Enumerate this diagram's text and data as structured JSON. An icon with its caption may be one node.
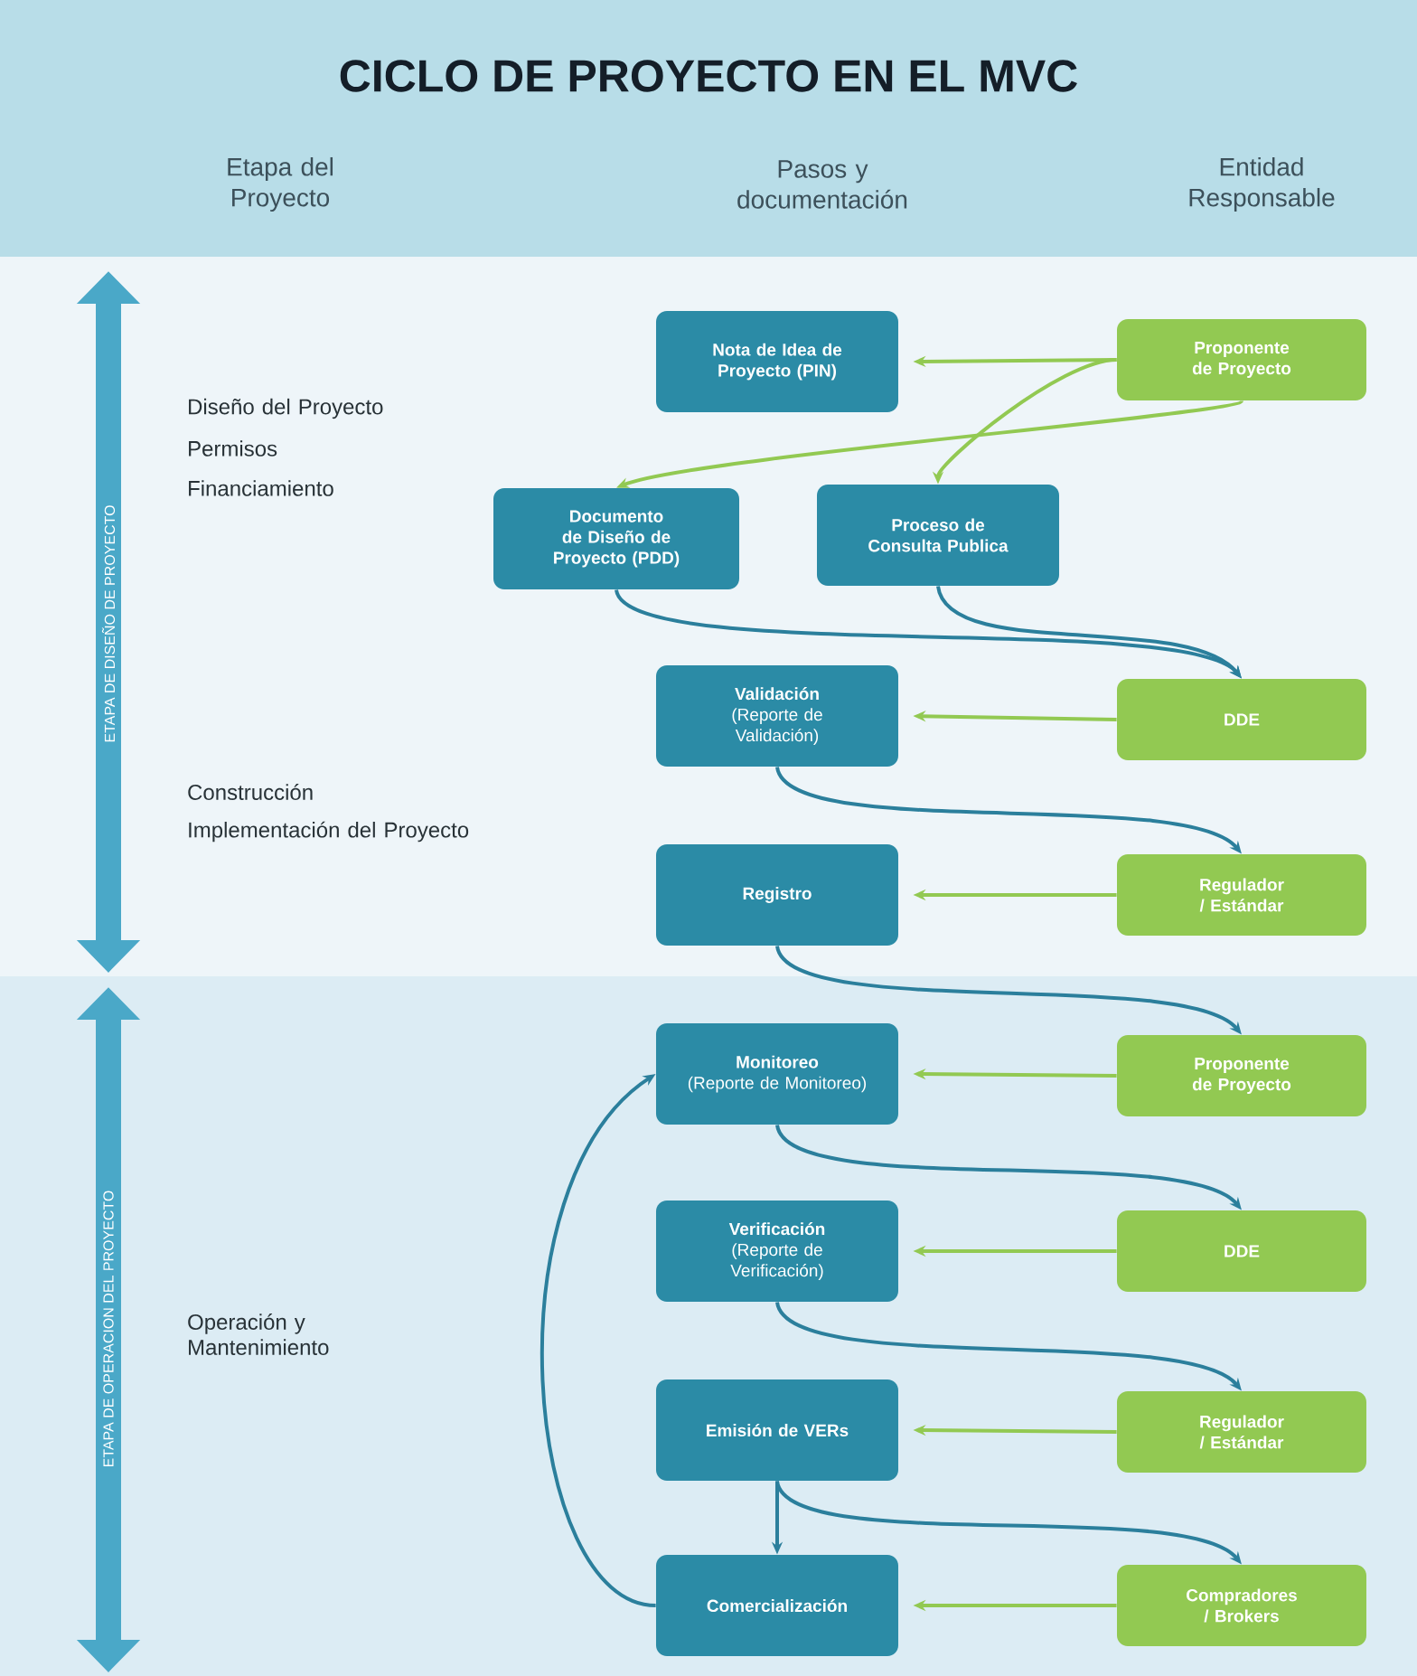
{
  "diagram": {
    "title": "CICLO DE PROYECTO EN EL MVC",
    "nodes": [
      {
        "text": [
          "Nota de Idea de Proyecto (PIN)"
        ]
      },
      {
        "text": [
          "Proponente de Proyecto"
        ]
      },
      {
        "text": [
          "Documento de Diseño de Proyecto (PDD)"
        ]
      },
      {
        "text": [
          "Proceso de Consulta Publica"
        ]
      },
      {
        "text": [
          "Validación",
          "(Reporte de Validación)"
        ]
      },
      {
        "text": [
          "DDE"
        ]
      },
      {
        "text": [
          "Registro"
        ]
      },
      {
        "text": [
          "Regulador / Estándar"
        ]
      },
      {
        "text": [
          "Monitoreo",
          "(Reporte de Monitoreo)"
        ]
      },
      {
        "text": [
          "Proponente de Proyecto"
        ]
      },
      {
        "text": [
          "Verificación",
          "(Reporte de Verificación)"
        ]
      },
      {
        "text": [
          "DDE"
        ]
      },
      {
        "text": [
          "Emisión de VERs"
        ]
      },
      {
        "text": [
          "Regulador / Estándar"
        ]
      },
      {
        "text": [
          "Comercialización"
        ]
      },
      {
        "text": [
          "Compradores / Brokers"
        ]
      }
    ],
    "edges": [
      {
        "from": 1,
        "to": 0,
        "arrow": "to",
        "color": "#92c952"
      },
      {
        "from": 1,
        "to": 2,
        "arrow": "to",
        "color": "#92c952"
      },
      {
        "from": 1,
        "to": 3,
        "arrow": "to",
        "color": "#92c952"
      },
      {
        "from": 2,
        "to": 5,
        "arrow": "to",
        "color": "#2b7f9c"
      },
      {
        "from": 3,
        "to": 5,
        "arrow": "to",
        "color": "#2b7f9c"
      },
      {
        "from": 5,
        "to": 4,
        "arrow": "to",
        "color": "#92c952"
      },
      {
        "from": 4,
        "to": 7,
        "arrow": "to",
        "color": "#2b7f9c"
      },
      {
        "from": 7,
        "to": 6,
        "arrow": "to",
        "color": "#92c952"
      },
      {
        "from": 6,
        "to": 9,
        "arrow": "to",
        "color": "#2b7f9c"
      },
      {
        "from": 9,
        "to": 8,
        "arrow": "to",
        "color": "#92c952"
      },
      {
        "from": 8,
        "to": 11,
        "arrow": "to",
        "color": "#2b7f9c"
      },
      {
        "from": 11,
        "to": 10,
        "arrow": "to",
        "color": "#92c952"
      },
      {
        "from": 10,
        "to": 13,
        "arrow": "to",
        "color": "#2b7f9c"
      },
      {
        "from": 13,
        "to": 12,
        "arrow": "to",
        "color": "#92c952"
      },
      {
        "from": 12,
        "to": 15,
        "arrow": "to",
        "color": "#2b7f9c"
      },
      {
        "from": 15,
        "to": 14,
        "arrow": "to",
        "color": "#92c952"
      },
      {
        "from": 12,
        "to": 14,
        "arrow": "to",
        "color": "#2b7f9c"
      },
      {
        "from": 14,
        "to": 8,
        "arrow": "to",
        "color": "#2b7f9c"
      }
    ],
    "labels": [
      "Etapa del Proyecto",
      "Pasos y documentación",
      "Entidad Responsable",
      "ETAPA DE DISEÑO DE PROYECTO",
      "Diseño del Proyecto",
      "Permisos",
      "Financiamiento",
      "Construcción",
      "Implementación del Proyecto",
      "ETAPA DE OPERACION DEL PROYECTO",
      "Operación y Mantenimiento"
    ]
  }
}
